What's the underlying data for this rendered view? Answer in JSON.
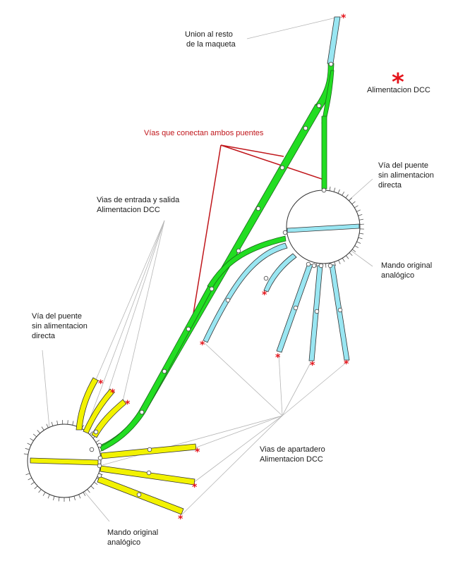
{
  "labels": {
    "union": [
      "Union al resto",
      "de la maqueta"
    ],
    "legend_dcc": "Alimentacion DCC",
    "vias_conectan": "Vías que conectan ambos puentes",
    "via_puente_right": [
      "Vía del puente",
      "sin alimentacion",
      "directa"
    ],
    "vias_entrada": [
      "Vias de entrada y salida",
      "Alimentacion DCC"
    ],
    "via_puente_left": [
      "Vía del puente",
      "sin alimentacion",
      "directa"
    ],
    "mando_right": [
      "Mando original",
      "analógico"
    ],
    "vias_apartadero": [
      "Vias de apartadero",
      "Alimentacion DCC"
    ],
    "mando_left": [
      "Mando original",
      "analógico"
    ]
  },
  "symbols": {
    "feed_marker": "*"
  },
  "colors": {
    "green_track": "#22dd22",
    "cyan_track": "#99e6f2",
    "yellow_track": "#f2f200",
    "red_line": "#c0161b",
    "star": "#e4141b",
    "leader": "#b5b5b5"
  }
}
